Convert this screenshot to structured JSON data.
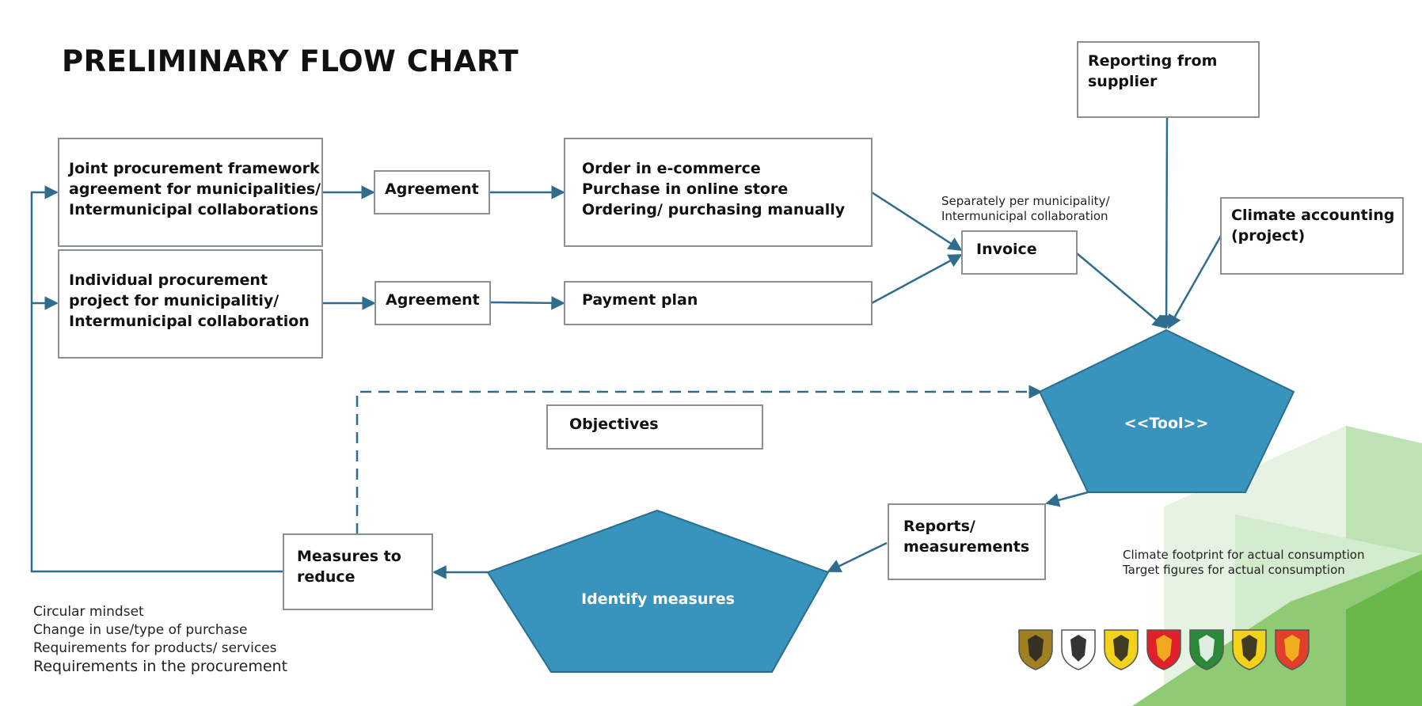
{
  "title": "PRELIMINARY FLOW CHART",
  "colors": {
    "accent_blue": "#3894bc",
    "arrow_blue": "#2e6d8e",
    "box_border": "#8a9192",
    "green_dark": "#6ab84a",
    "green_light": "#c9e6c2"
  },
  "boxes": {
    "joint_procurement": [
      "Joint procurement framework",
      "agreement for municipalities/",
      "Intermunicipal collaborations"
    ],
    "individual_procurement": [
      "Individual procurement",
      "project for municipalitiy/",
      "Intermunicipal collaboration"
    ],
    "agreement_top": "Agreement",
    "agreement_bottom": "Agreement",
    "order": [
      "Order in e-commerce",
      "Purchase in online store",
      "Ordering/ purchasing manually"
    ],
    "payment_plan": "Payment plan",
    "invoice": "Invoice",
    "reporting_supplier": [
      "Reporting from",
      "supplier"
    ],
    "climate_accounting": [
      "Climate accounting",
      "(project)"
    ],
    "objectives": "Objectives",
    "reports": [
      "Reports/",
      "measurements"
    ],
    "measures": [
      "Measures to",
      "reduce"
    ]
  },
  "pentagons": {
    "tool": "<<Tool>>",
    "identify": "Identify measures"
  },
  "notes": {
    "invoice_note": [
      "Separately per municipality/",
      "Intermunicipal collaboration"
    ],
    "footprint": [
      "Climate footprint for actual consumption",
      "Target figures for actual consumption"
    ]
  },
  "bottom_list": [
    "Circular mindset",
    "Change in use/type of purchase",
    "Requirements for products/ services",
    "Requirements in the procurement"
  ],
  "crests": [
    {
      "icon": "castle-crest-icon",
      "colors": [
        "#a08020",
        "#222222"
      ]
    },
    {
      "icon": "bird-crest-icon",
      "colors": [
        "#ffffff",
        "#111111"
      ]
    },
    {
      "icon": "yellow-crest-icon",
      "colors": [
        "#f2d21b",
        "#222222"
      ]
    },
    {
      "icon": "red-key-crest-icon",
      "colors": [
        "#e0202a",
        "#f2c21b"
      ]
    },
    {
      "icon": "green-tree-crest-icon",
      "colors": [
        "#2a8a3a",
        "#ffffff"
      ]
    },
    {
      "icon": "yellow-stripe-crest-icon",
      "colors": [
        "#f2d21b",
        "#222222"
      ]
    },
    {
      "icon": "red-flower-crest-icon",
      "colors": [
        "#e0402a",
        "#f2c21b"
      ]
    }
  ]
}
